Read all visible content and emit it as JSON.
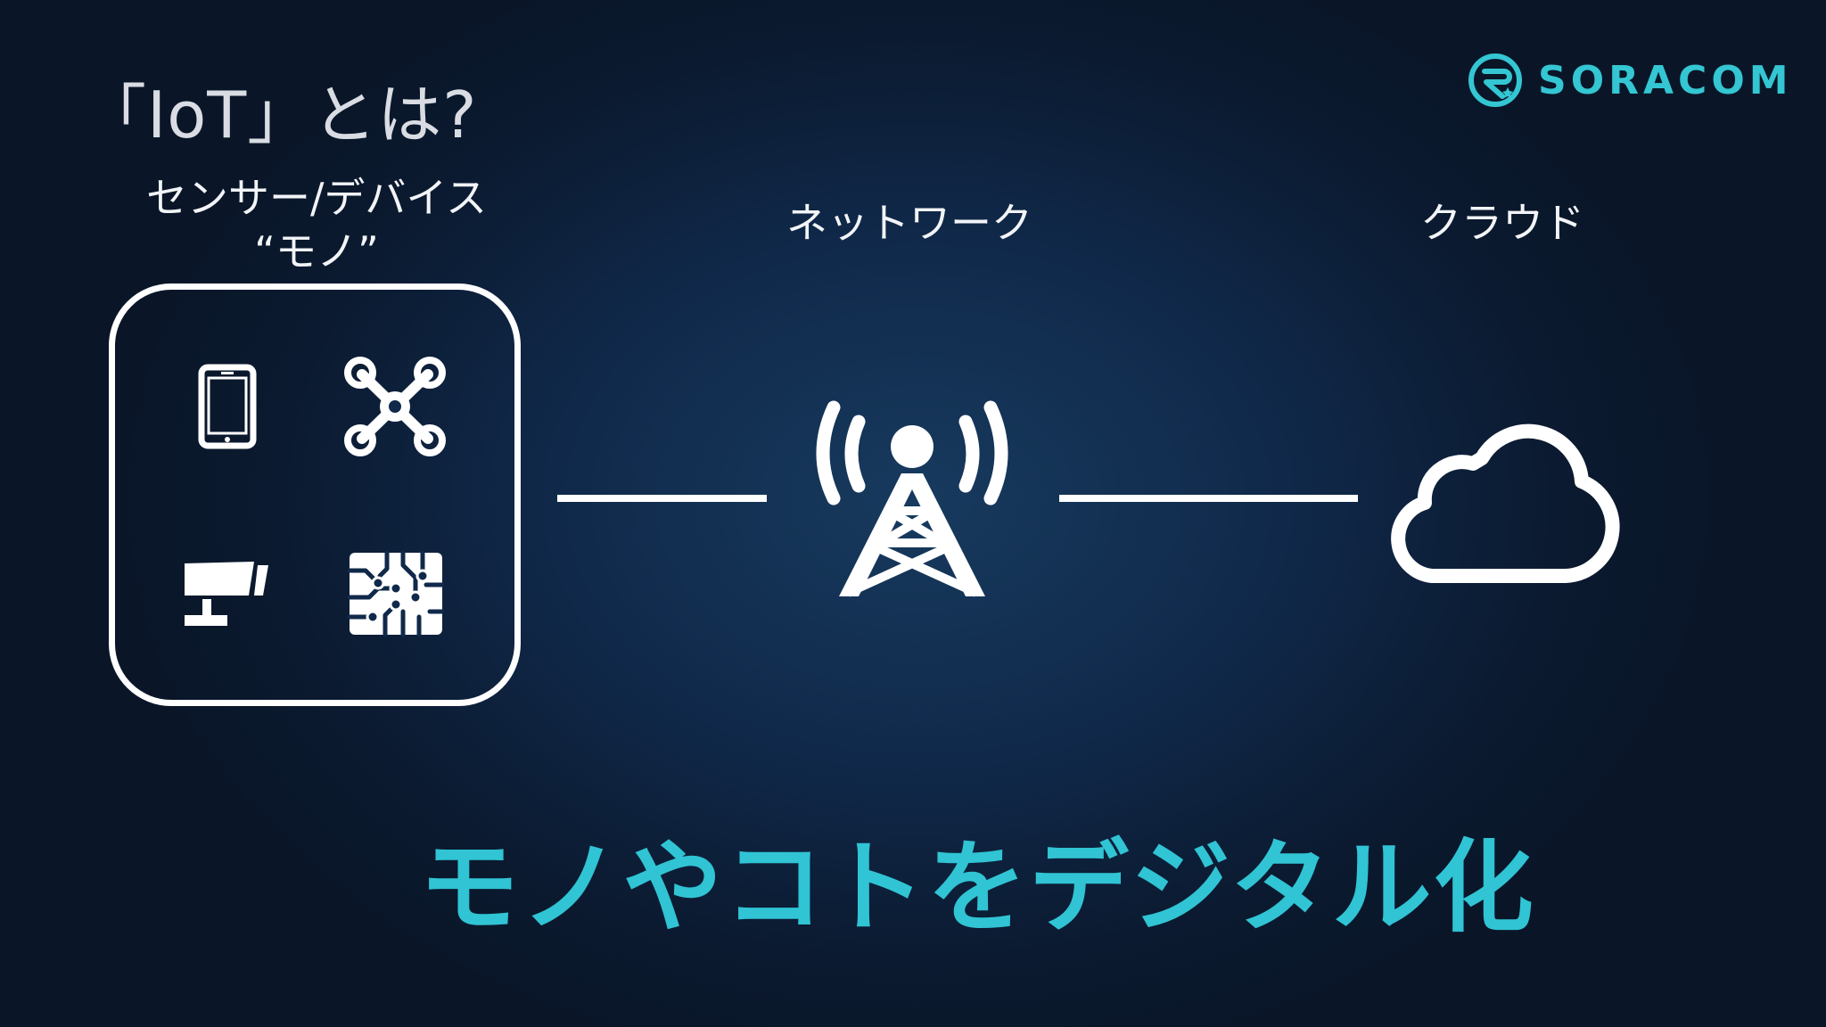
{
  "slide": {
    "title": "「IoT」とは?",
    "brand": {
      "name": "SORACOM",
      "color": "#34c6d2"
    },
    "labels": {
      "device_line1": "センサー/デバイス",
      "device_line2": "“モノ”",
      "network": "ネットワーク",
      "cloud": "クラウド"
    },
    "device_icons": [
      "tablet-icon",
      "drone-icon",
      "camera-icon",
      "circuit-board-icon"
    ],
    "network_icon": "cell-tower-icon",
    "cloud_icon": "cloud-icon",
    "tagline": "モノやコトをデジタル化",
    "tagline_color": "#30c4d4"
  }
}
